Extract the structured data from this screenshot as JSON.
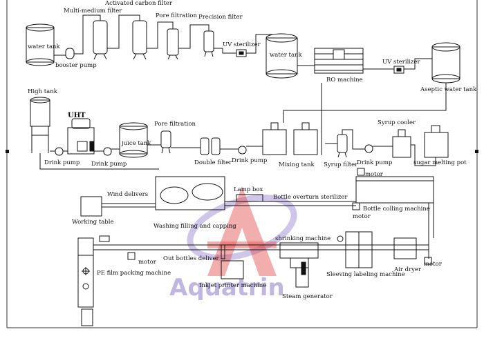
{
  "labels": {
    "water_tank_1": "water tank",
    "booster_pump": "booster pump",
    "multi_medium_filter": "Multi-medium filter",
    "activated_carbon_filter": "Activated carbon filter",
    "pore_filtration_1": "Pore filtration",
    "precision_filter": "Precision filter",
    "uv_sterilizer_1": "UV sterilizer",
    "water_tank_2": "water tank",
    "ro_machine": "RO machine",
    "uv_sterilizer_2": "UV sterilizer",
    "aseptic_water_tank": "Aseptic water tank",
    "high_tank": "High tank",
    "uht": "UHT",
    "pore_filtration_2": "Pore filtration",
    "juice_tank": "juice tank",
    "drink_pump_1": "Drink pump",
    "drink_pump_2": "Drink pump",
    "double_filter": "Double filter",
    "drink_pump_3": "Drink pump",
    "mixing_tank": "Mixing tank",
    "syrup_filter": "Syrup filter",
    "drink_pump_4": "Drink pump",
    "syrup_cooler": "Syrup cooler",
    "sugar_melting_pot": "sugar melting pot",
    "working_table": "Working table",
    "wind_delivers": "Wind delivers",
    "washing_filling_capping": "Washing filling and capping",
    "lamp_box": "Lamp box",
    "bottle_overturn_sterilizer": "Bottle overturn sterilizer",
    "motor_1": "motor",
    "motor_2": "motor",
    "bottle_colling_machine": "Bottle colling machine",
    "pe_film_packing_machine": "PE film packing machine",
    "motor_3": "motor",
    "out_bottles_deliver": "Out bottles deliver",
    "inkjet_printer_machine": "Inkjet printer machine",
    "shrinking_machine": "shrinking machine",
    "steam_generator": "Steam generator",
    "sleeving_labeling_machine": "Sleeving labeling machine",
    "air_dryer": "Air dryer",
    "motor_4": "motor"
  },
  "watermark": {
    "text": "Aquatrin",
    "color": "#8f7cc8",
    "accent": "#e24a4a"
  }
}
